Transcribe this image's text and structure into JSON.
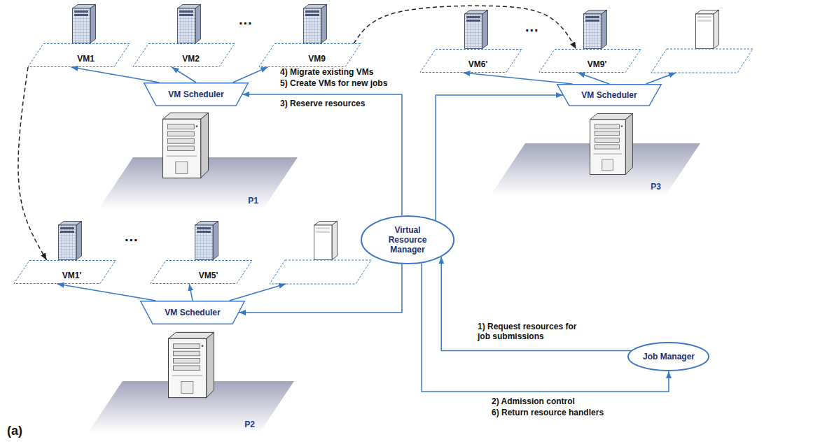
{
  "diagram": {
    "nodes": [
      {
        "text": [
          "VM1"
        ]
      },
      {
        "text": [
          "VM2"
        ]
      },
      {
        "text": [
          "VM9"
        ]
      },
      {
        "text": [
          "VM6'"
        ]
      },
      {
        "text": [
          "VM9'"
        ]
      },
      {
        "text": [
          "VM Scheduler"
        ]
      },
      {
        "text": [
          "VM Scheduler"
        ]
      },
      {
        "text": [
          "P1"
        ]
      },
      {
        "text": [
          "Virtual Resource Manager"
        ]
      },
      {
        "text": [
          "P3"
        ]
      },
      {
        "text": [
          "VM1'"
        ]
      },
      {
        "text": [
          "VM5'"
        ]
      },
      {
        "text": [
          "VM Scheduler"
        ]
      },
      {
        "text": [
          "Job Manager"
        ]
      },
      {
        "text": [
          "P2"
        ]
      }
    ],
    "edges": [
      {
        "from": 8,
        "to": 5,
        "label": "3) Reserve resources",
        "arrow": "to"
      },
      {
        "from": 8,
        "to": 6,
        "arrow": "to"
      },
      {
        "from": 8,
        "to": 12,
        "arrow": "to"
      },
      {
        "from": 13,
        "to": 8,
        "label": "1) Request resources for job submissions",
        "arrow": "to"
      },
      {
        "from": 8,
        "to": 13,
        "label": "2) Admission control",
        "arrow": "to"
      },
      {
        "from": 5,
        "to": 0,
        "arrow": "to"
      },
      {
        "from": 5,
        "to": 1,
        "arrow": "to"
      },
      {
        "from": 5,
        "to": 2,
        "arrow": "to"
      },
      {
        "from": 6,
        "to": 3,
        "arrow": "to"
      },
      {
        "from": 6,
        "to": 4,
        "arrow": "to"
      },
      {
        "from": 12,
        "to": 10,
        "arrow": "to"
      },
      {
        "from": 12,
        "to": 11,
        "arrow": "to"
      },
      {
        "from": 2,
        "to": 4,
        "arrow": "to"
      },
      {
        "from": 0,
        "to": 10,
        "arrow": "to"
      }
    ],
    "labels": [
      "...",
      "...",
      "4) Migrate existing VMs",
      "5) Create VMs for new jobs",
      "...",
      "6) Return resource handlers",
      "(a)"
    ]
  }
}
